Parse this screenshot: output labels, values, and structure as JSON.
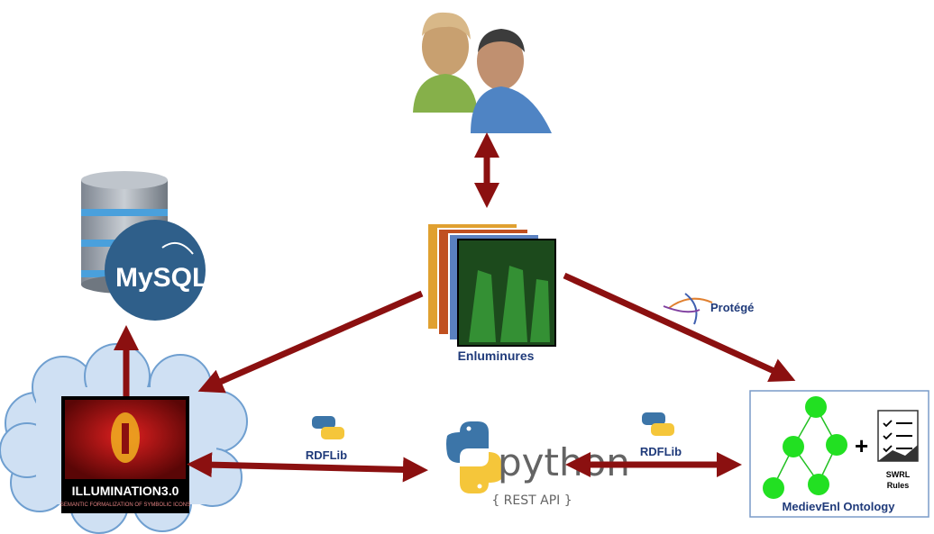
{
  "labels": {
    "enluminures": "Enluminures",
    "protege": "Protégé",
    "rdflib_left": "RDFLib",
    "rdflib_right": "RDFLib",
    "python_word": "python",
    "rest_api": "{ REST API }",
    "mysql": "MySQL",
    "illumination_title": "ILLUMINATION3.0",
    "illumination_sub": "SEMANTIC FORMALIZATION OF SYMBOLIC ICONS",
    "ontology": "MedievEnl Ontology",
    "swrl_line1": "SWRL",
    "swrl_line2": "Rules",
    "plus": "+"
  },
  "colors": {
    "arrow": "#8b1010",
    "label_blue": "#1f3a7a",
    "node_green": "#22e022",
    "cloud_blue": "#cfe0f3",
    "mysql_blue": "#2f5f8a",
    "illum_red": "#b01010"
  },
  "icons": [
    "users-icon",
    "database-icon",
    "python-logo-icon",
    "protege-icon",
    "checklist-icon",
    "manuscript-images-icon"
  ]
}
